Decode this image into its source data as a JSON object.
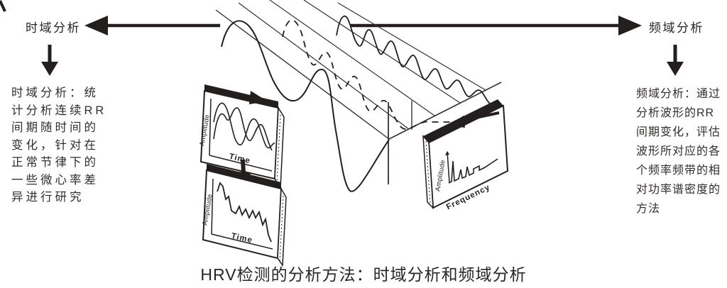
{
  "colors": {
    "ink": "#241f1f",
    "background": "#ffffff"
  },
  "header": {
    "left_label": "时域分析",
    "right_label": "频域分析"
  },
  "descriptions": {
    "time_domain": "时域分析：统\n计分析连续RR\n间期随时间的\n变化，针对在\n正常节律下的\n一些微心率差\n异进行研究",
    "frequency_domain": "频域分析：通过\n分析波形的RR\n间期变化，评估\n波形所对应的各\n个频率频带的相\n对功率谱密度的\n方法"
  },
  "cards": {
    "composite_time": {
      "y_axis": "Amplitude",
      "x_axis": "Time"
    },
    "tachogram_time": {
      "y_axis": "Amplitude",
      "x_axis": "Time"
    },
    "spectrum": {
      "y_axis": "Amplitude",
      "x_axis": "Frequency"
    }
  },
  "caption": "HRV检测的分析方法：时域分析和频域分析"
}
